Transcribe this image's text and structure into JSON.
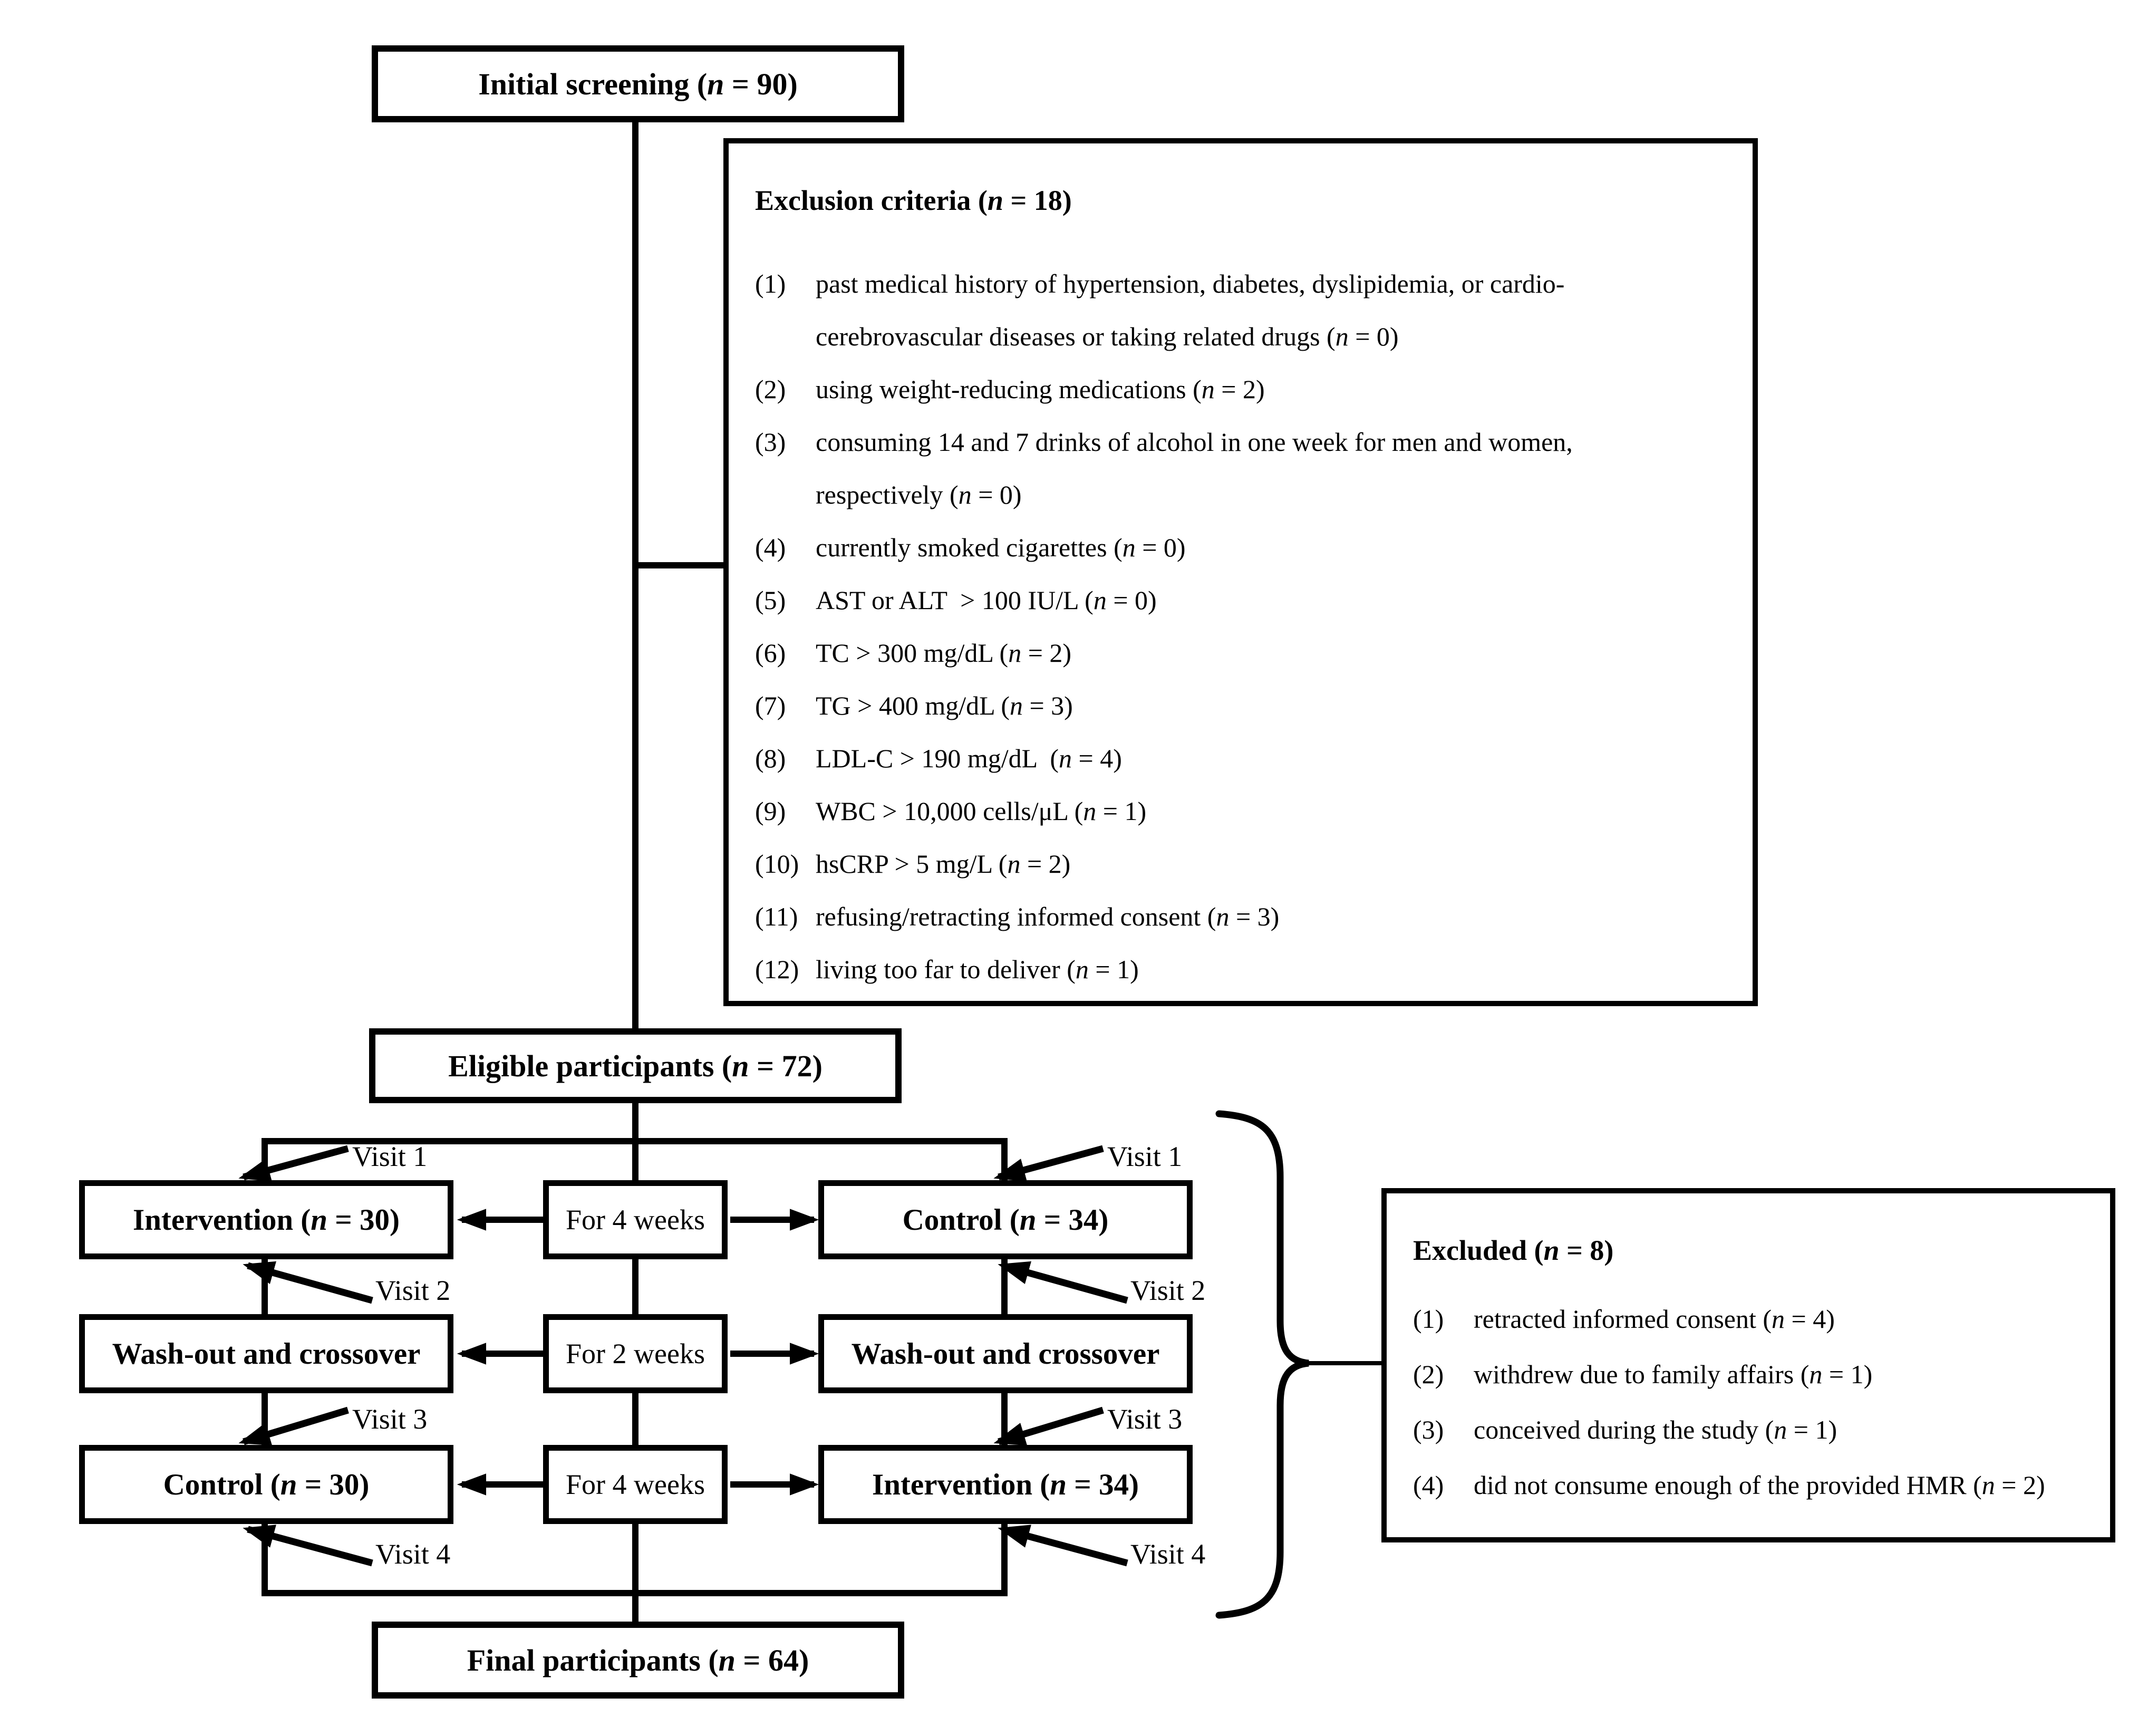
{
  "flow": {
    "initial": "Initial screening (n = 90)",
    "eligible": "Eligible participants (n = 72)",
    "final": "Final participants (n = 64)",
    "rows": [
      {
        "left": "Intervention (n = 30)",
        "mid": "For 4 weeks",
        "right": "Control (n = 34)"
      },
      {
        "left": "Wash-out and crossover",
        "mid": "For 2 weeks",
        "right": "Wash-out and crossover"
      },
      {
        "left": "Control (n = 30)",
        "mid": "For 4 weeks",
        "right": "Intervention (n = 34)"
      }
    ],
    "visits": {
      "left": [
        "Visit 1",
        "Visit 2",
        "Visit 3",
        "Visit 4"
      ],
      "right": [
        "Visit 1",
        "Visit 2",
        "Visit 3",
        "Visit 4"
      ]
    }
  },
  "exclusion_box": {
    "title": "Exclusion criteria (n = 18)",
    "items": [
      {
        "num": "(1)",
        "lines": [
          "past medical history of hypertension, diabetes, dyslipidemia, or cardio-",
          "cerebrovascular diseases or taking related drugs (n = 0)"
        ]
      },
      {
        "num": "(2)",
        "lines": [
          "using weight-reducing medications (n = 2)"
        ]
      },
      {
        "num": "(3)",
        "lines": [
          "consuming 14 and 7 drinks of alcohol in one week for men and women,",
          "respectively (n = 0)"
        ]
      },
      {
        "num": "(4)",
        "lines": [
          "currently smoked cigarettes (n = 0)"
        ]
      },
      {
        "num": "(5)",
        "lines": [
          "AST or ALT  > 100 IU/L (n = 0)"
        ]
      },
      {
        "num": "(6)",
        "lines": [
          "TC > 300 mg/dL (n = 2)"
        ]
      },
      {
        "num": "(7)",
        "lines": [
          "TG > 400 mg/dL (n = 3)"
        ]
      },
      {
        "num": "(8)",
        "lines": [
          "LDL-C > 190 mg/dL  (n = 4)"
        ]
      },
      {
        "num": "(9)",
        "lines": [
          "WBC > 10,000 cells/μL (n = 1)"
        ]
      },
      {
        "num": "(10)",
        "lines": [
          "hsCRP > 5 mg/L (n = 2)"
        ]
      },
      {
        "num": "(11)",
        "lines": [
          "refusing/retracting informed consent (n = 3)"
        ]
      },
      {
        "num": "(12)",
        "lines": [
          "living too far to deliver (n = 1)"
        ]
      }
    ]
  },
  "excluded_box": {
    "title": "Excluded (n = 8)",
    "items": [
      {
        "num": "(1)",
        "lines": [
          "retracted informed consent (n = 4)"
        ]
      },
      {
        "num": "(2)",
        "lines": [
          "withdrew due to family affairs (n = 1)"
        ]
      },
      {
        "num": "(3)",
        "lines": [
          "conceived during the study (n = 1)"
        ]
      },
      {
        "num": "(4)",
        "lines": [
          "did not consume enough of the provided HMR (n = 2)"
        ]
      }
    ]
  },
  "colors": {
    "ink": "#000000",
    "background": "#ffffff"
  }
}
